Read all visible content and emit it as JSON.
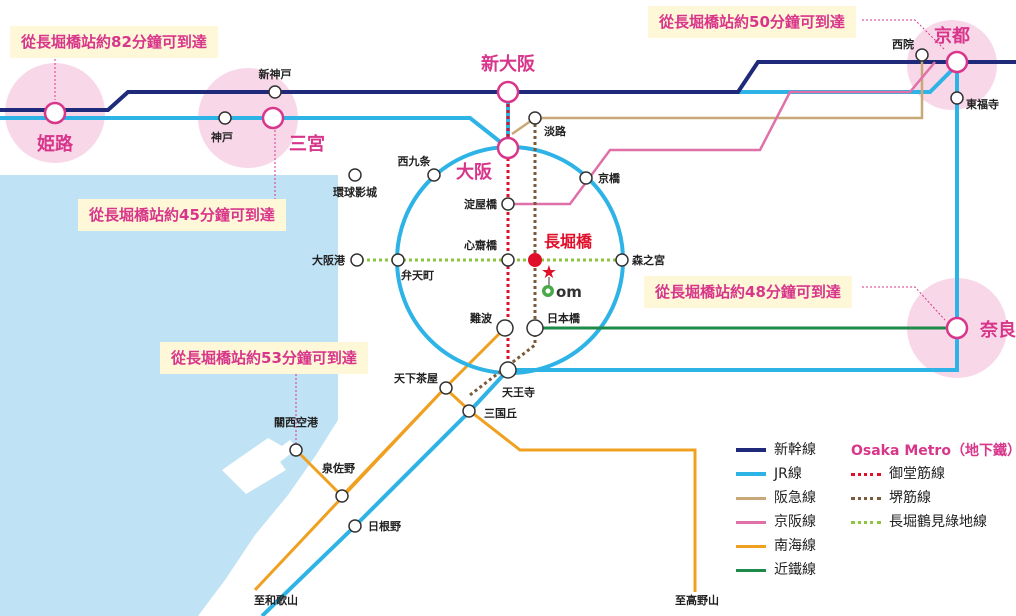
{
  "colors": {
    "shinkansen": "#1f2a7a",
    "jr": "#2eb3e6",
    "hankyu": "#c8a877",
    "keihan": "#e070a8",
    "nankai": "#f0a020",
    "kintetsu": "#1e8a4a",
    "midosuji": "#e0102a",
    "sakaisuji": "#7a5a3a",
    "nagahori": "#8cc63f",
    "sea": "#bfe2f4",
    "highlight": "#f8d8e8",
    "accent": "#d8368b",
    "bubble_bg": "#fff8d8"
  },
  "major_stations": {
    "himeji": "姫路",
    "sannomiya": "三宮",
    "shin_osaka": "新大阪",
    "osaka": "大阪",
    "kyoto": "京都",
    "nara": "奈良",
    "nagahoribashi": "長堀橋"
  },
  "stations": {
    "shin_kobe": "新神戸",
    "kobe": "神戸",
    "nishikujo": "西九条",
    "universal": "環球影城",
    "awaji": "淡路",
    "kyobashi": "京橋",
    "yodoyabashi": "淀屋橋",
    "shinsaibashi": "心齋橋",
    "osakako": "大阪港",
    "bentencho": "弁天町",
    "morinomiya": "森之宮",
    "namba": "難波",
    "nipponbashi": "日本橋",
    "tengachaya": "天下茶屋",
    "tennoji": "天王寺",
    "mikunigaoka": "三国丘",
    "kansai_airport": "關西空港",
    "izumisano": "泉佐野",
    "hineno": "日根野",
    "saiin": "西院",
    "tofukuji": "東福寺"
  },
  "destinations": {
    "wakayama": "至和歌山",
    "koyasan": "至高野山"
  },
  "callouts": {
    "himeji": "從長堀橋站約82分鐘可到達",
    "kyoto": "從長堀橋站約50分鐘可到達",
    "sannomiya": "從長堀橋站約45分鐘可到達",
    "nara": "從長堀橋站約48分鐘可到達",
    "airport": "從長堀橋站約53分鐘可到達"
  },
  "logo_text": "om",
  "legend": {
    "lines": [
      "新幹線",
      "JR線",
      "阪急線",
      "京阪線",
      "南海線",
      "近鐵線"
    ],
    "metro_title": "Osaka Metro（地下鐵）",
    "metro_lines": [
      "御堂筋線",
      "堺筋線",
      "長堀鶴見綠地線"
    ]
  }
}
